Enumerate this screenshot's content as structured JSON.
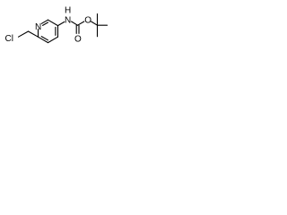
{
  "molecule": {
    "atoms": {
      "cl": "Cl",
      "n_ring": "N",
      "nh": "N",
      "h": "H",
      "o_carbonyl": "O",
      "o_ether": "O"
    }
  }
}
